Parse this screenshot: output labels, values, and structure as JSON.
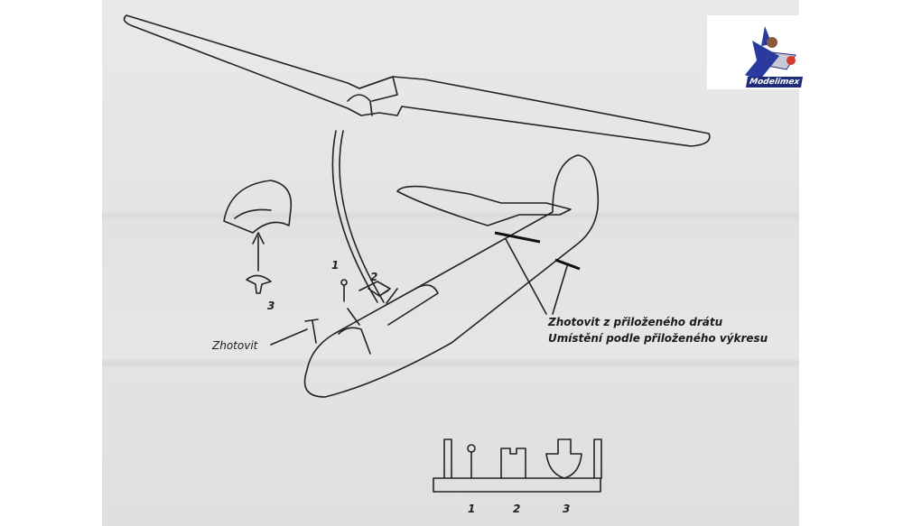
{
  "logo": {
    "brand": "Modelimex"
  },
  "annotations": {
    "make": "Zhotovit",
    "wire_line1": "Zhotovit z přiloženého drátu",
    "wire_line2": "Umístění podle přiloženého výkresu"
  },
  "callouts": {
    "part1": "1",
    "part2": "2",
    "part3": "3"
  },
  "sprue_labels": [
    "1",
    "2",
    "3"
  ]
}
